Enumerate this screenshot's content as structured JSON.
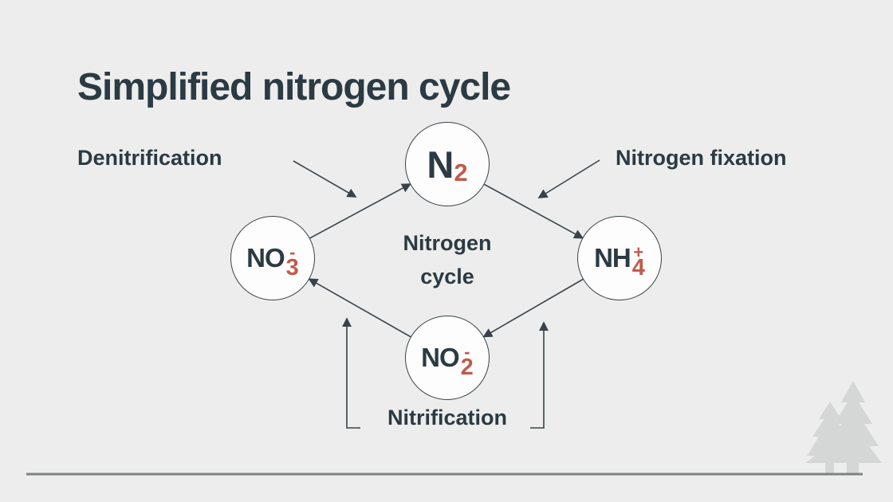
{
  "slide": {
    "title": "Simplified nitrogen cycle",
    "center_label": {
      "line1": "Nitrogen",
      "line2": "cycle"
    },
    "process_labels": {
      "denitrification": "Denitrification",
      "nitrogen_fixation": "Nitrogen fixation",
      "nitrification": "Nitrification"
    },
    "nodes": [
      {
        "id": "n2",
        "main": "N",
        "sub": "2",
        "sup": ""
      },
      {
        "id": "no3",
        "main": "NO",
        "sub": "3",
        "sup": "-"
      },
      {
        "id": "nh4",
        "main": "NH",
        "sub": "4",
        "sup": "+"
      },
      {
        "id": "no2",
        "main": "NO",
        "sub": "2",
        "sup": "-"
      }
    ],
    "icons": {
      "decoration": "pine-trees-icon"
    },
    "colors": {
      "background": "#ECEDEC",
      "heading_text": "#2B3A43",
      "accent_red": "#C05B4D",
      "stroke": "#39424A",
      "node_fill": "#FDFDFD",
      "tree_fill": "#D5D7D6",
      "divider": "#7F8285"
    }
  }
}
